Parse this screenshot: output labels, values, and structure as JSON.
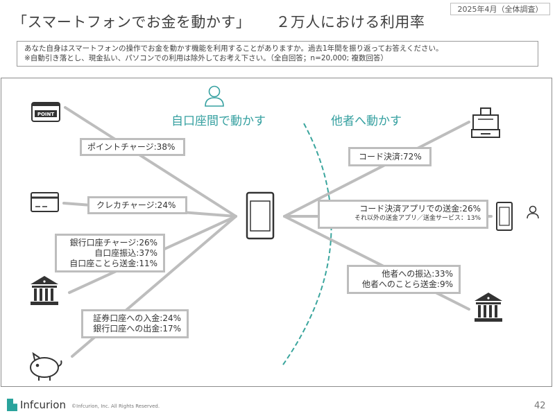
{
  "header": {
    "date_tag": "2025年4月（全体調査）",
    "title_main": "「スマートフォンでお金を動かす」",
    "title_sub": "２万人における利用率"
  },
  "question": {
    "line1": "あなた自身はスマートフォンの操作でお金を動かす機能を利用することがありますか。過去1年間を振り返ってお答えください。",
    "line2": "※自動引き落とし、現金払い、パソコンでの利用は除外してお考え下さい。（全自回答；n=20,000; 複数回答）"
  },
  "diagram": {
    "left_heading": "自口座間で動かす",
    "right_heading": "他者へ動かす",
    "point_card_text": "POINT",
    "boxes": {
      "point_charge": [
        "ポイントチャージ:38%"
      ],
      "credit_charge": [
        "クレカチャージ:24%"
      ],
      "bank_group": [
        "銀行口座チャージ:26%",
        "自口座振込:37%",
        "自口座ことら送金:11%"
      ],
      "securities_group": [
        "証券口座への入金:24%",
        "銀行口座への出金:17%"
      ],
      "code_payment": [
        "コード決済:72%"
      ],
      "code_app_transfer": [
        "コード決済アプリでの送金:26%"
      ],
      "code_app_transfer_other": "それ以外の送金アプリ／送金サービス：13%",
      "others_transfer": [
        "他者への振込:33%",
        "他者へのことら送金:9%"
      ]
    },
    "colors": {
      "connector": "#bdbdbd",
      "heading": "#35a0a0",
      "divider": "#3aa59d",
      "icon": "#333333"
    },
    "icons": [
      "person-icon",
      "point-card-icon",
      "credit-card-icon",
      "bank-icon",
      "piggy-bank-icon",
      "smartphone-icon",
      "cash-register-icon",
      "small-smartphone-icon",
      "small-person-icon"
    ]
  },
  "footer": {
    "brand": "Infcurion",
    "copyright": "©Infcurion, Inc.   All Rights Reserved.",
    "page": "42"
  }
}
